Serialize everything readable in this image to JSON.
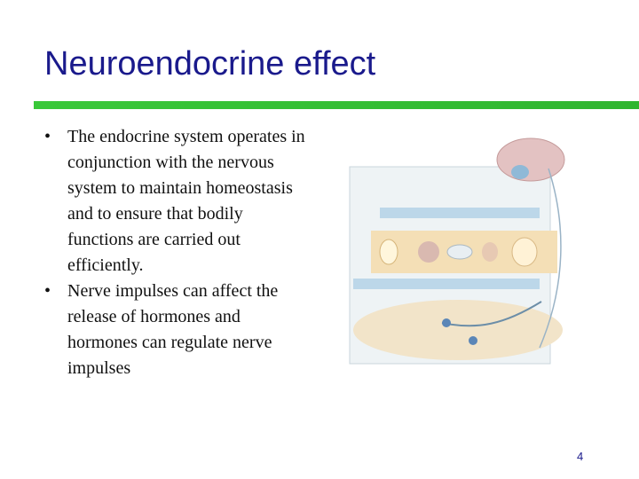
{
  "slide": {
    "title": "Neuroendocrine effect",
    "bullets": [
      "The endocrine system operates in conjunction with the nervous system to maintain homeostasis and to ensure that bodily functions are carried out efficiently.",
      "Nerve impulses can affect the release of hormones and hormones can regulate nerve impulses"
    ],
    "bullet_glyph": "•",
    "page_number": "4"
  },
  "colors": {
    "title": "#1a1a8c",
    "rule": "#33bb33",
    "text": "#111111",
    "figure_box": "#dfe9ee",
    "figure_blue": "#bcd7e9",
    "figure_tan": "#f4dfb6"
  },
  "figure": {
    "icon": "neuroendocrine-diagram-icon"
  }
}
